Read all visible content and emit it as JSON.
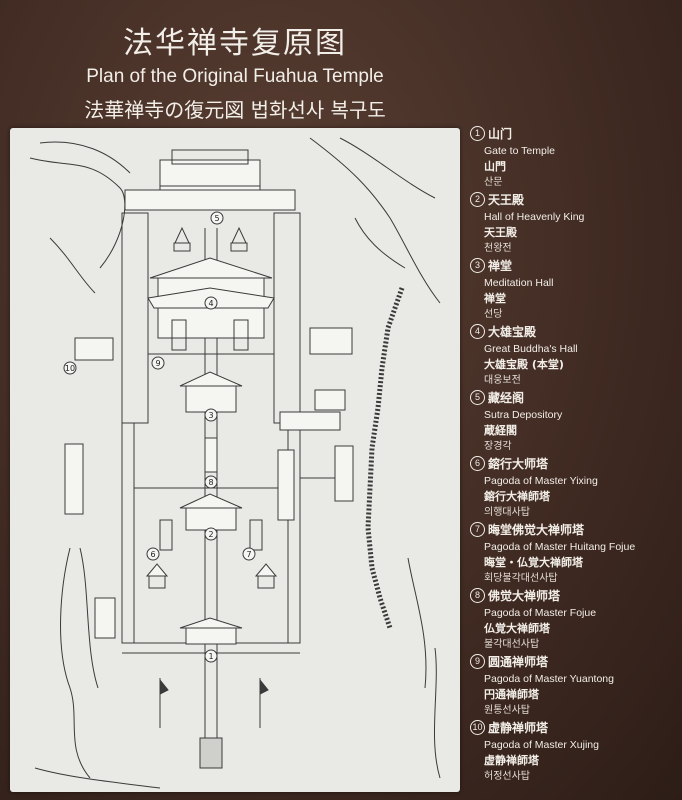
{
  "header": {
    "title_zh": "法华禅寺复原图",
    "title_en": "Plan of the Original Fuahua Temple",
    "title_jk": "法華禅寺の復元図  법화선사 복구도"
  },
  "legend": [
    {
      "num": "1",
      "zh": "山门",
      "en": "Gate to Temple",
      "tz": "山門",
      "ko": "산문"
    },
    {
      "num": "2",
      "zh": "天王殿",
      "en": "Hall of Heavenly King",
      "tz": "天王殿",
      "ko": "천왕전"
    },
    {
      "num": "3",
      "zh": "禅堂",
      "en": "Meditation Hall",
      "tz": "禅堂",
      "ko": "선당"
    },
    {
      "num": "4",
      "zh": "大雄宝殿",
      "en": "Great Buddha's Hall",
      "tz": "大雄宝殿 (本堂)",
      "ko": "대웅보전"
    },
    {
      "num": "5",
      "zh": "藏经阁",
      "en": "Sutra Depository",
      "tz": "蔵経閣",
      "ko": "장경각"
    },
    {
      "num": "6",
      "zh": "鎔行大师塔",
      "en": "Pagoda of Master Yixing",
      "tz": "鎔行大禅師塔",
      "ko": "의행대사탑"
    },
    {
      "num": "7",
      "zh": "晦堂佛觉大禅师塔",
      "en": "Pagoda of Master Huitang Fojue",
      "tz": "晦堂・仏覚大禅師塔",
      "ko": "회당불각대선사탑"
    },
    {
      "num": "8",
      "zh": "佛觉大禅师塔",
      "en": "Pagoda of Master Fojue",
      "tz": "仏覚大禅師塔",
      "ko": "불각대선사탑"
    },
    {
      "num": "9",
      "zh": "圆通禅师塔",
      "en": "Pagoda of Master Yuantong",
      "tz": "円通禅師塔",
      "ko": "원통선사탑"
    },
    {
      "num": "10",
      "zh": "虚静禅师塔",
      "en": "Pagoda of Master Xujing",
      "tz": "虚静禅師塔",
      "ko": "허정선사탑"
    }
  ],
  "plan_markers": [
    "1",
    "2",
    "3",
    "4",
    "5",
    "6",
    "7",
    "8",
    "9",
    "10"
  ]
}
